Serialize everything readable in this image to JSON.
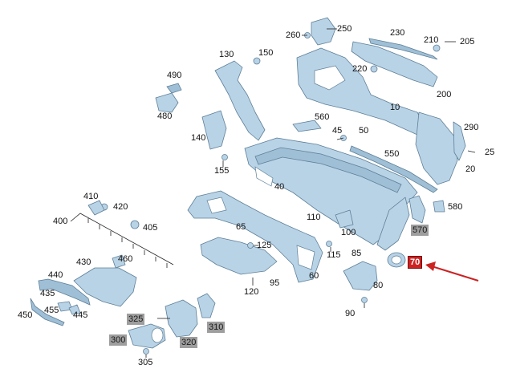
{
  "labels": {
    "l10": "10",
    "l20": "20",
    "l25": "25",
    "l40": "40",
    "l45": "45",
    "l50": "50",
    "l60": "60",
    "l65": "65",
    "l70": "70",
    "l80": "80",
    "l85": "85",
    "l90": "90",
    "l95": "95",
    "l100": "100",
    "l110": "110",
    "l115": "115",
    "l120": "120",
    "l125": "125",
    "l130": "130",
    "l140": "140",
    "l150": "150",
    "l155": "155",
    "l200": "200",
    "l205": "205",
    "l210": "210",
    "l220": "220",
    "l230": "230",
    "l250": "250",
    "l260": "260",
    "l290": "290",
    "l300": "300",
    "l305": "305",
    "l310": "310",
    "l320": "320",
    "l325": "325",
    "l400": "400",
    "l405": "405",
    "l410": "410",
    "l420": "420",
    "l430": "430",
    "l435": "435",
    "l440": "440",
    "l445": "445",
    "l450": "450",
    "l455": "455",
    "l460": "460",
    "l480": "480",
    "l490": "490",
    "l550": "550",
    "l560": "560",
    "l570": "570",
    "l580": "580"
  },
  "colors": {
    "part_fill": "#b9d3e6",
    "highlight": "#cc2222",
    "gray_tag": "#9e9e9e",
    "arrow": "#cc2222"
  }
}
